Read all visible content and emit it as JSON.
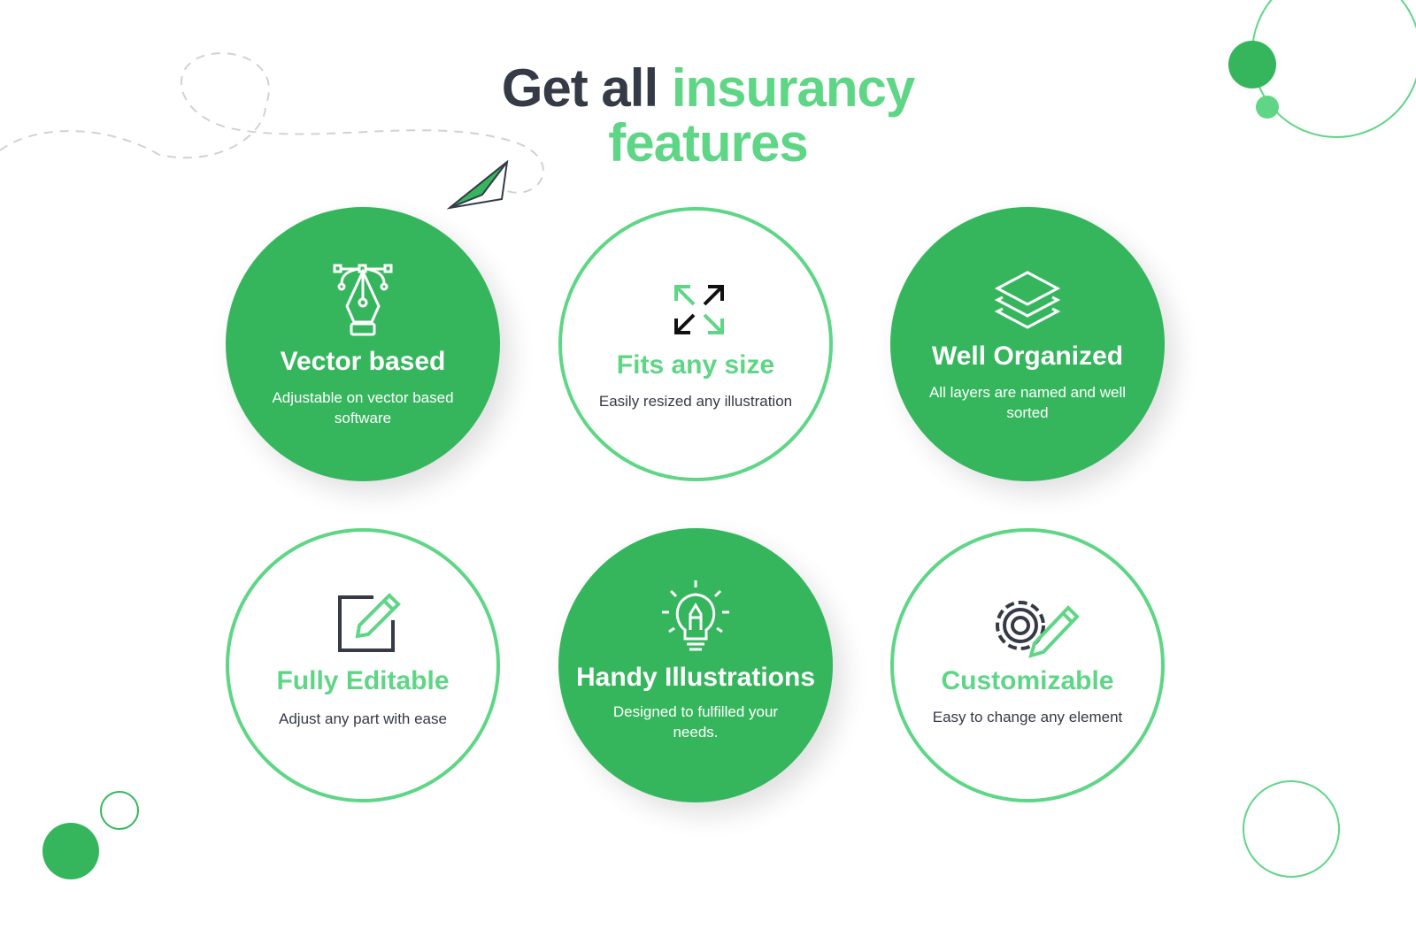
{
  "heading": {
    "part1": "Get all",
    "part2": "insurancy",
    "part3": "features"
  },
  "colors": {
    "filled": "#35b65d",
    "outline": "#5ed686",
    "dark": "#353a47"
  },
  "features": [
    {
      "title": "Vector based",
      "desc": "Adjustable on vector based software",
      "icon": "pen-tool-icon",
      "style": "filled"
    },
    {
      "title": "Fits any size",
      "desc": "Easily resized any illustration",
      "icon": "resize-arrows-icon",
      "style": "outline"
    },
    {
      "title": "Well Organized",
      "desc": "All layers are named and well sorted",
      "icon": "layers-icon",
      "style": "filled"
    },
    {
      "title": "Fully Editable",
      "desc": "Adjust any part with ease",
      "icon": "edit-icon",
      "style": "outline"
    },
    {
      "title": "Handy Illustrations",
      "desc": "Designed to fulfilled your needs.",
      "icon": "lightbulb-icon",
      "style": "filled"
    },
    {
      "title": "Customizable",
      "desc": "Easy to change any element",
      "icon": "gear-pencil-icon",
      "style": "outline"
    }
  ]
}
